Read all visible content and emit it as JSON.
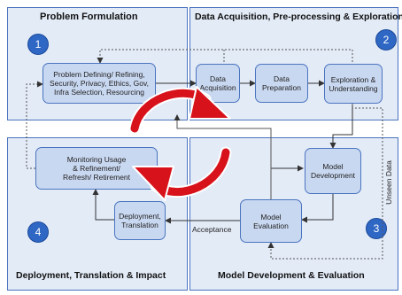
{
  "quadrants": {
    "q1": {
      "title": "Problem Formulation",
      "number": "1"
    },
    "q2": {
      "title": "Data Acquisition, Pre-processing & Exploration",
      "number": "2"
    },
    "q3": {
      "title": "Model Development & Evaluation",
      "number": "3"
    },
    "q4": {
      "title": "Deployment, Translation & Impact",
      "number": "4"
    }
  },
  "boxes": {
    "problem_defining": [
      "Problem Defining/ Refining,",
      "Security, Privacy, Ethics, Gov,",
      "Infra Selection, Resourcing"
    ],
    "data_acquisition": [
      "Data",
      "Acquisition"
    ],
    "data_preparation": [
      "Data",
      "Preparation"
    ],
    "exploration": [
      "Exploration &",
      "Understanding"
    ],
    "model_development": [
      "Model",
      "Development"
    ],
    "model_evaluation": [
      "Model",
      "Evaluation"
    ],
    "deployment": [
      "Deployment,",
      "Translation"
    ],
    "monitoring": [
      "Monitoring Usage",
      "& Refinement/",
      "Refresh/ Retirement"
    ]
  },
  "labels": {
    "acceptance": "Acceptance",
    "unseen_data": "Unseen Data"
  },
  "colors": {
    "quadrant_fill": "#e3ebf7",
    "box_fill": "#c9d8f1",
    "border": "#4a74bf",
    "badge": "#2e67c4",
    "cycle_arrow": "#d8121b"
  }
}
